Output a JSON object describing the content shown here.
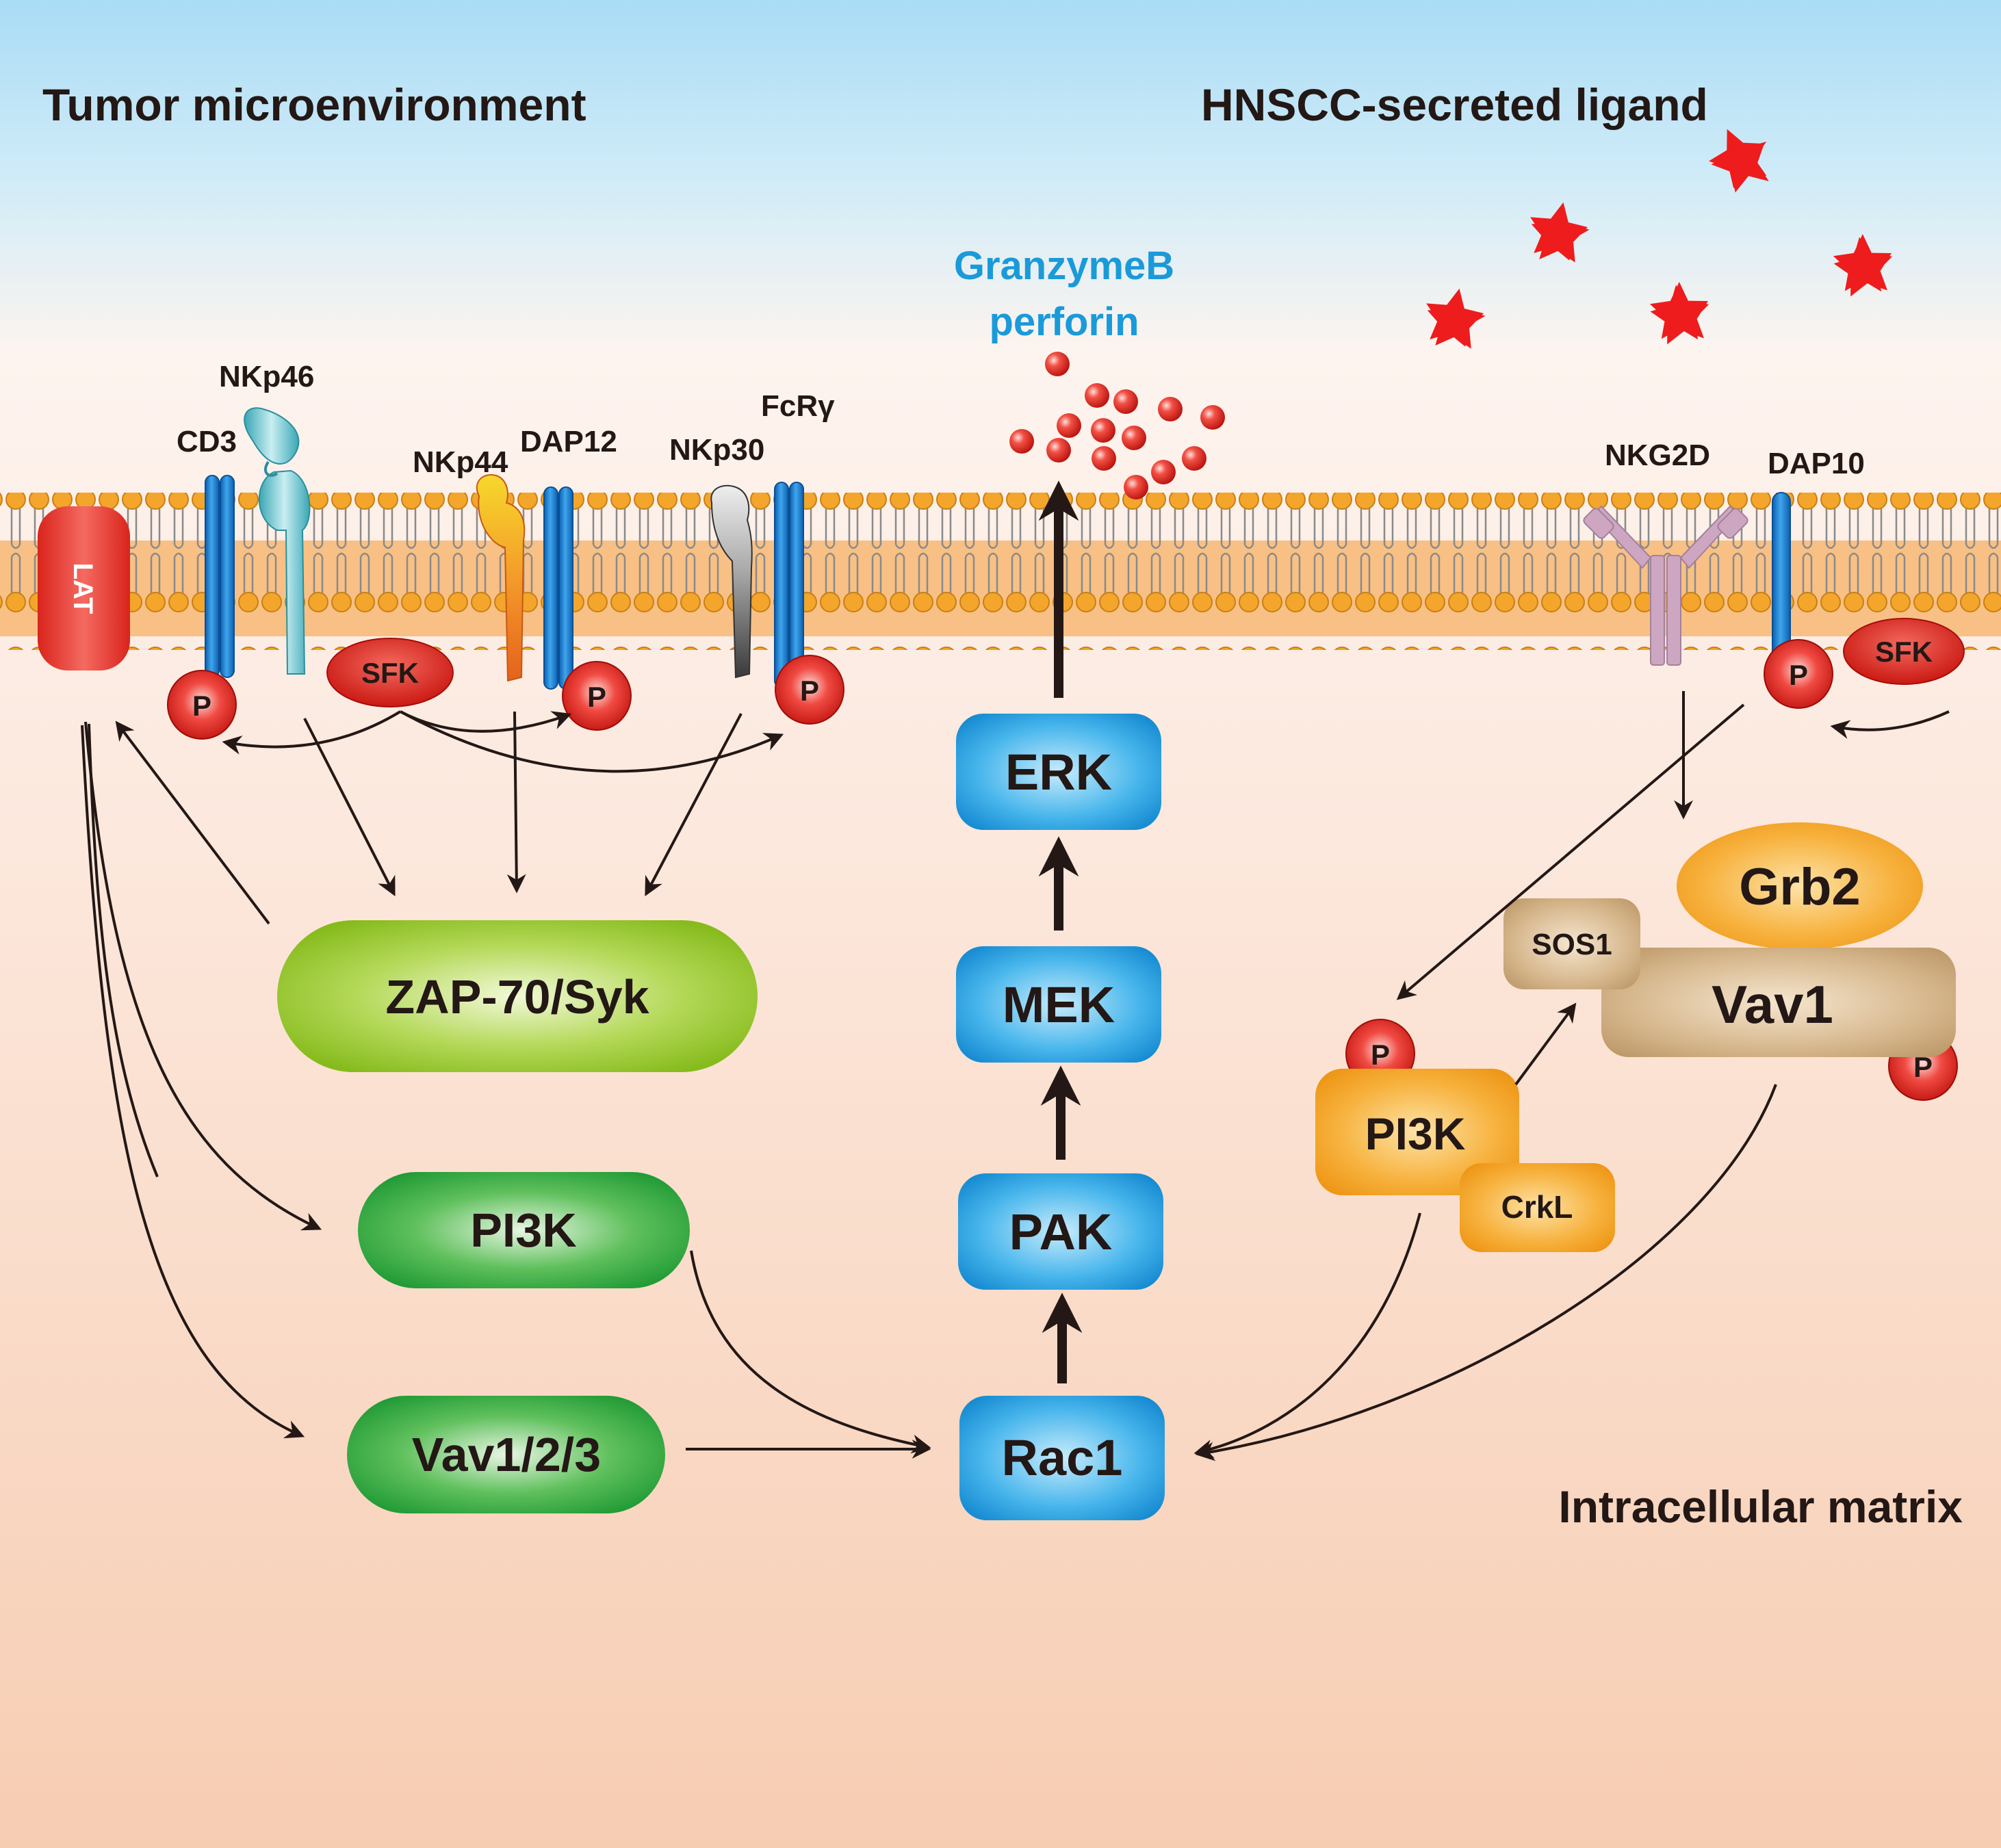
{
  "labels": {
    "top_left": "Tumor microenvironment",
    "top_right": "HNSCC-secreted ligand",
    "granzyme_line1": "GranzymeB",
    "granzyme_line2": "perforin",
    "bottom_right": "Intracellular matrix"
  },
  "receptors": {
    "lat": "LAT",
    "cd3": "CD3",
    "nkp46": "NKp46",
    "nkp44": "NKp44",
    "dap12": "DAP12",
    "nkp30": "NKp30",
    "fcry": "FcRγ",
    "nkg2d": "NKG2D",
    "dap10": "DAP10",
    "sfk_left": "SFK",
    "sfk_right": "SFK",
    "phospho": "P"
  },
  "nodes": {
    "zap70": "ZAP-70/Syk",
    "pi3k_left": "PI3K",
    "vav123": "Vav1/2/3",
    "erk": "ERK",
    "mek": "MEK",
    "pak": "PAK",
    "rac1": "Rac1",
    "grb2": "Grb2",
    "sos1": "SOS1",
    "vav1": "Vav1",
    "pi3k_right": "PI3K",
    "crkl": "CrkL"
  },
  "colors": {
    "sky_top": "#a9dcf5",
    "cyto_top": "#fdf1ea",
    "cyto_bottom": "#f7cdb2",
    "membrane": "#f4a43a",
    "blue_node": "#1c9be0",
    "green_node": "#2fa83f",
    "lime_node": "#8dc21f",
    "ligand_red": "#ee1c1c",
    "granzyme_text": "#1a9ad9"
  }
}
